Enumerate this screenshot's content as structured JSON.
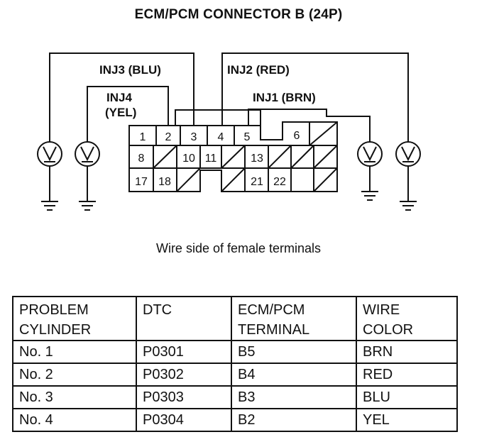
{
  "title": "ECM/PCM CONNECTOR B (24P)",
  "labels": {
    "inj3": "INJ3 (BLU)",
    "inj2": "INJ2 (RED)",
    "inj1": "INJ1 (BRN)",
    "inj4_line1": "INJ4",
    "inj4_line2": "(YEL)"
  },
  "pins": {
    "p1": "1",
    "p2": "2",
    "p3": "3",
    "p4": "4",
    "p5": "5",
    "p6": "6",
    "p8": "8",
    "p10": "10",
    "p11": "11",
    "p13": "13",
    "p17": "17",
    "p18": "18",
    "p21": "21",
    "p22": "22"
  },
  "caption": "Wire side of female terminals",
  "table": {
    "headers": {
      "problem": "PROBLEM",
      "cylinder": "CYLINDER",
      "dtc": "DTC",
      "ecm": "ECM/PCM",
      "terminal": "TERMINAL",
      "wire": "WIRE",
      "color": "COLOR"
    },
    "rows": [
      {
        "cylinder": "No. 1",
        "dtc": "P0301",
        "terminal": "B5",
        "color": "BRN"
      },
      {
        "cylinder": "No. 2",
        "dtc": "P0302",
        "terminal": "B4",
        "color": "RED"
      },
      {
        "cylinder": "No. 3",
        "dtc": "P0303",
        "terminal": "B3",
        "color": "BLU"
      },
      {
        "cylinder": "No. 4",
        "dtc": "P0304",
        "terminal": "B2",
        "color": "YEL"
      }
    ]
  }
}
